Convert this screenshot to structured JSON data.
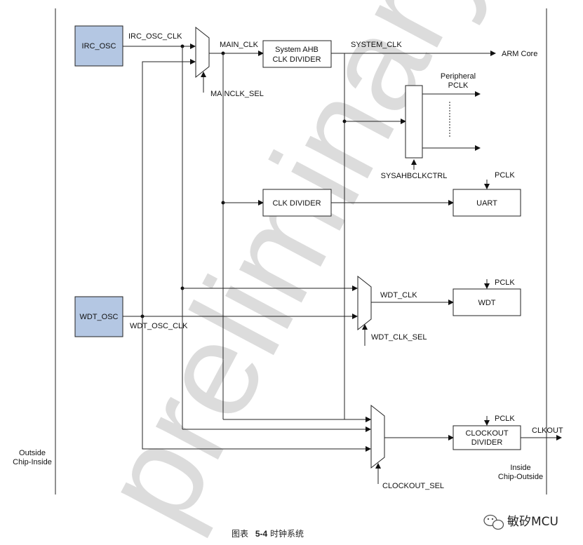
{
  "watermark": "preliminary",
  "blocks": {
    "irc_osc": "IRC_OSC",
    "wdt_osc": "WDT_OSC",
    "ahb_divider_line1": "System AHB",
    "ahb_divider_line2": "CLK DIVIDER",
    "clk_divider": "CLK DIVIDER",
    "uart": "UART",
    "wdt": "WDT",
    "clkout_divider_line1": "CLOCKOUT",
    "clkout_divider_line2": "DIVIDER"
  },
  "signals": {
    "irc_osc_clk": "IRC_OSC_CLK",
    "main_clk": "MAIN_CLK",
    "system_clk": "SYSTEM_CLK",
    "arm_core": "ARM Core",
    "mainclk_sel": "MAINCLK_SEL",
    "peripheral_line1": "Peripheral",
    "peripheral_line2": "PCLK",
    "sysahbclkctrl": "SYSAHBCLKCTRL",
    "pclk_uart": "PCLK",
    "pclk_wdt": "PCLK",
    "pclk_clkout": "PCLK",
    "wdt_clk": "WDT_CLK",
    "wdt_clk_sel": "WDT_CLK_SEL",
    "wdt_osc_clk": "WDT_OSC_CLK",
    "clkout": "CLKOUT",
    "clockout_sel": "CLOCKOUT_SEL"
  },
  "regions": {
    "outside_line1": "Outside",
    "outside_line2": "Chip-Inside",
    "inside_line1": "Inside",
    "inside_line2": "Chip-Outside"
  },
  "caption": {
    "prefix": "图表",
    "number": "5-4",
    "title": "时钟系统"
  },
  "brand": "敏矽MCU"
}
